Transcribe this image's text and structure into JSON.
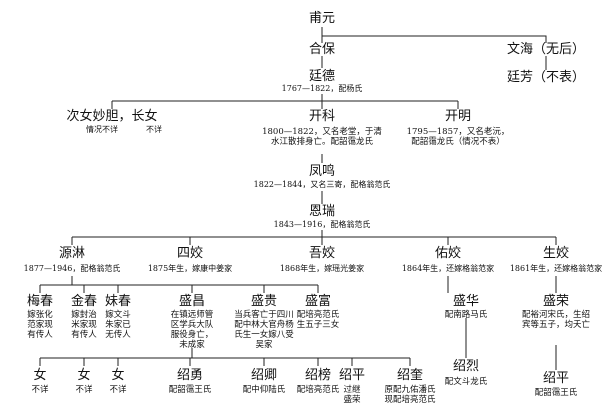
{
  "persons": {
    "fuyuan": {
      "name": "甫元"
    },
    "hebao": {
      "name": "合保"
    },
    "wenhai": {
      "name": "文海（无后）"
    },
    "tingde": {
      "name": "廷德",
      "note": "1767—1822，配杨氏"
    },
    "tingfang": {
      "name": "廷芳（不表）"
    },
    "ciniu": {
      "name": "次女妙胆，长女",
      "note_a": "情况不详",
      "note_b": "不详"
    },
    "kaike": {
      "name": "开科",
      "note": "1800—1822，又名老堂，于清\n水江散排身亡。配韶霭龙氏"
    },
    "kaiming": {
      "name": "开明",
      "note": "1795—1857，又名老沅，\n配韶霭龙氏（情况不表）"
    },
    "fengming": {
      "name": "凤鸣",
      "note": "1822—1844，又名三寄，配格翁范氏"
    },
    "enrui": {
      "name": "恩瑞",
      "note": "1843—1916，配格翁范氏"
    },
    "yuanlin": {
      "name": "源淋",
      "note": "1877—1946，配格翁范氏"
    },
    "sijiao": {
      "name": "四姣",
      "note": "1875年生，嫁康中姜家"
    },
    "wujiao": {
      "name": "吾姣",
      "note": "1868年生，嫁瑶光姜家"
    },
    "youjiao": {
      "name": "佑姣",
      "note": "1864年生，还嫁格翁范家"
    },
    "shengjiao": {
      "name": "生姣",
      "note": "1861年生，还嫁格翁范家"
    },
    "meichun": {
      "name": "梅春",
      "note": "嫁张化\n范家现\n有传人"
    },
    "jinchun": {
      "name": "金春",
      "note": "嫁封治\n米家现\n有传人"
    },
    "meichun2": {
      "name": "妹春",
      "note": "嫁文斗\n朱家已\n无传人"
    },
    "shengchang": {
      "name": "盛昌",
      "note": "在镇远师管\n区学兵大队\n服役身亡，\n未成家"
    },
    "shenggui": {
      "name": "盛贵",
      "note": "当兵客亡于四川\n配中林大官舟杨\n氏生一女嫁八受\n吴家"
    },
    "shengfu": {
      "name": "盛富",
      "note": "配培亮范氏\n生五子三女"
    },
    "shenghua": {
      "name": "盛华",
      "note": "配南路马氏"
    },
    "shengrong": {
      "name": "盛荣",
      "note": "配裕河宋氏，生绍\n宾等五子，均夭亡"
    },
    "shaolie": {
      "name": "绍烈",
      "note": "配文斗龙氏"
    },
    "shaoping1": {
      "name": "绍平",
      "note": "配韶霭王氏"
    },
    "nv1": {
      "name": "女",
      "note": "不详"
    },
    "nv2": {
      "name": "女",
      "note": "不详"
    },
    "nv3": {
      "name": "女",
      "note": "不详"
    },
    "shaoyong": {
      "name": "绍勇",
      "note": "配韶霭王氏"
    },
    "shaoqing": {
      "name": "绍卿",
      "note": "配中仰陆氏"
    },
    "shaobang": {
      "name": "绍榜",
      "note": "配培亮范氏"
    },
    "shaoping2": {
      "name": "绍平",
      "note": "过继\n盛荣"
    },
    "shaokui": {
      "name": "绍奎",
      "note": "原配九佑潘氏\n现配培亮范氏"
    }
  }
}
